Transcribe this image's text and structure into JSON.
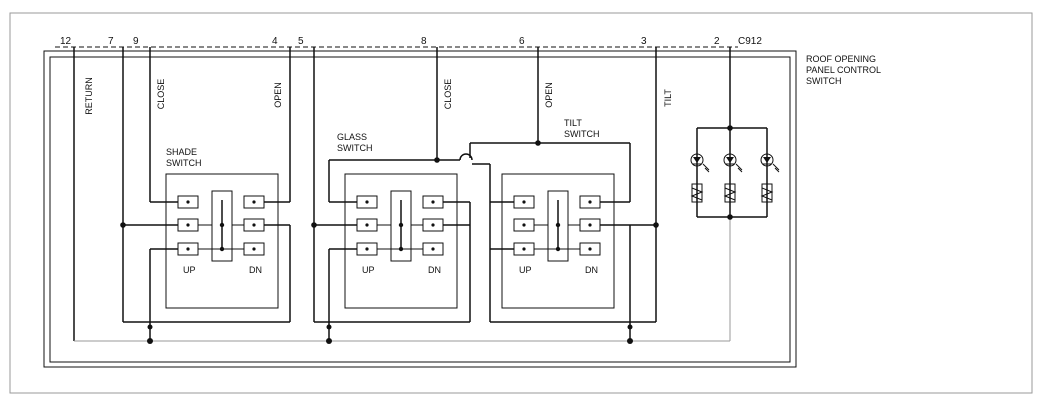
{
  "connector": {
    "id": "C912",
    "pins": [
      "12",
      "7",
      "9",
      "4",
      "5",
      "8",
      "6",
      "3",
      "2"
    ]
  },
  "component_title": [
    "ROOF OPENING",
    "PANEL CONTROL",
    "SWITCH"
  ],
  "wire_labels": {
    "return": "RETURN",
    "shade_close": "CLOSE",
    "shade_open": "OPEN",
    "glass_close": "CLOSE",
    "glass_open": "OPEN",
    "tilt": "TILT"
  },
  "switches": {
    "shade": {
      "title": [
        "SHADE",
        "SWITCH"
      ],
      "up": "UP",
      "dn": "DN"
    },
    "glass": {
      "title": [
        "GLASS",
        "SWITCH"
      ],
      "up": "UP",
      "dn": "DN"
    },
    "tilt": {
      "title": [
        "TILT",
        "SWITCH"
      ],
      "up": "UP",
      "dn": "DN"
    }
  }
}
